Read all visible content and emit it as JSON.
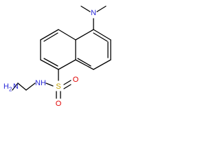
{
  "molecule": {
    "atom_labels": {
      "nme2_n": "N",
      "sulfonamide_nh": "NH",
      "amine_n": "N",
      "amine_h": "H",
      "amine_h_count": "2",
      "sulfur": "S",
      "oxygen_top": "O",
      "oxygen_bottom": "O"
    }
  },
  "colors": {
    "nitrogen": "#2a2ad8",
    "sulfur": "#c4a200",
    "oxygen": "#e00000",
    "bond": "#000000"
  }
}
